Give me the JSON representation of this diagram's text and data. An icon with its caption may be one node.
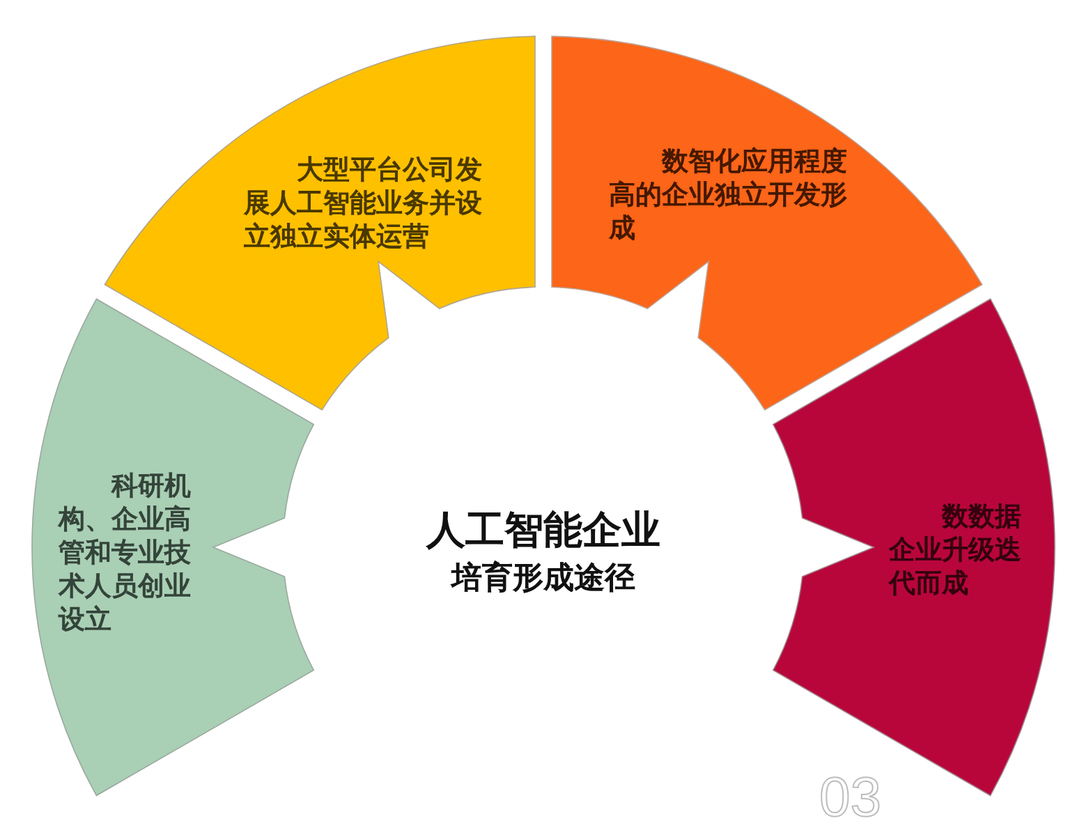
{
  "diagram": {
    "nodes": [
      {
        "text": [
          "科研机构、企业高管和专业技术人员创业设立"
        ]
      },
      {
        "text": [
          "大型平台公司发展人工智能业务并设立独立实体运营"
        ]
      },
      {
        "text": [
          "数智化应用程度高的企业独立开发形成"
        ]
      },
      {
        "text": [
          "数数据企业升级迭代而成"
        ]
      }
    ],
    "labels": [
      "人工智能企业",
      "培育形成途径",
      "03"
    ]
  }
}
